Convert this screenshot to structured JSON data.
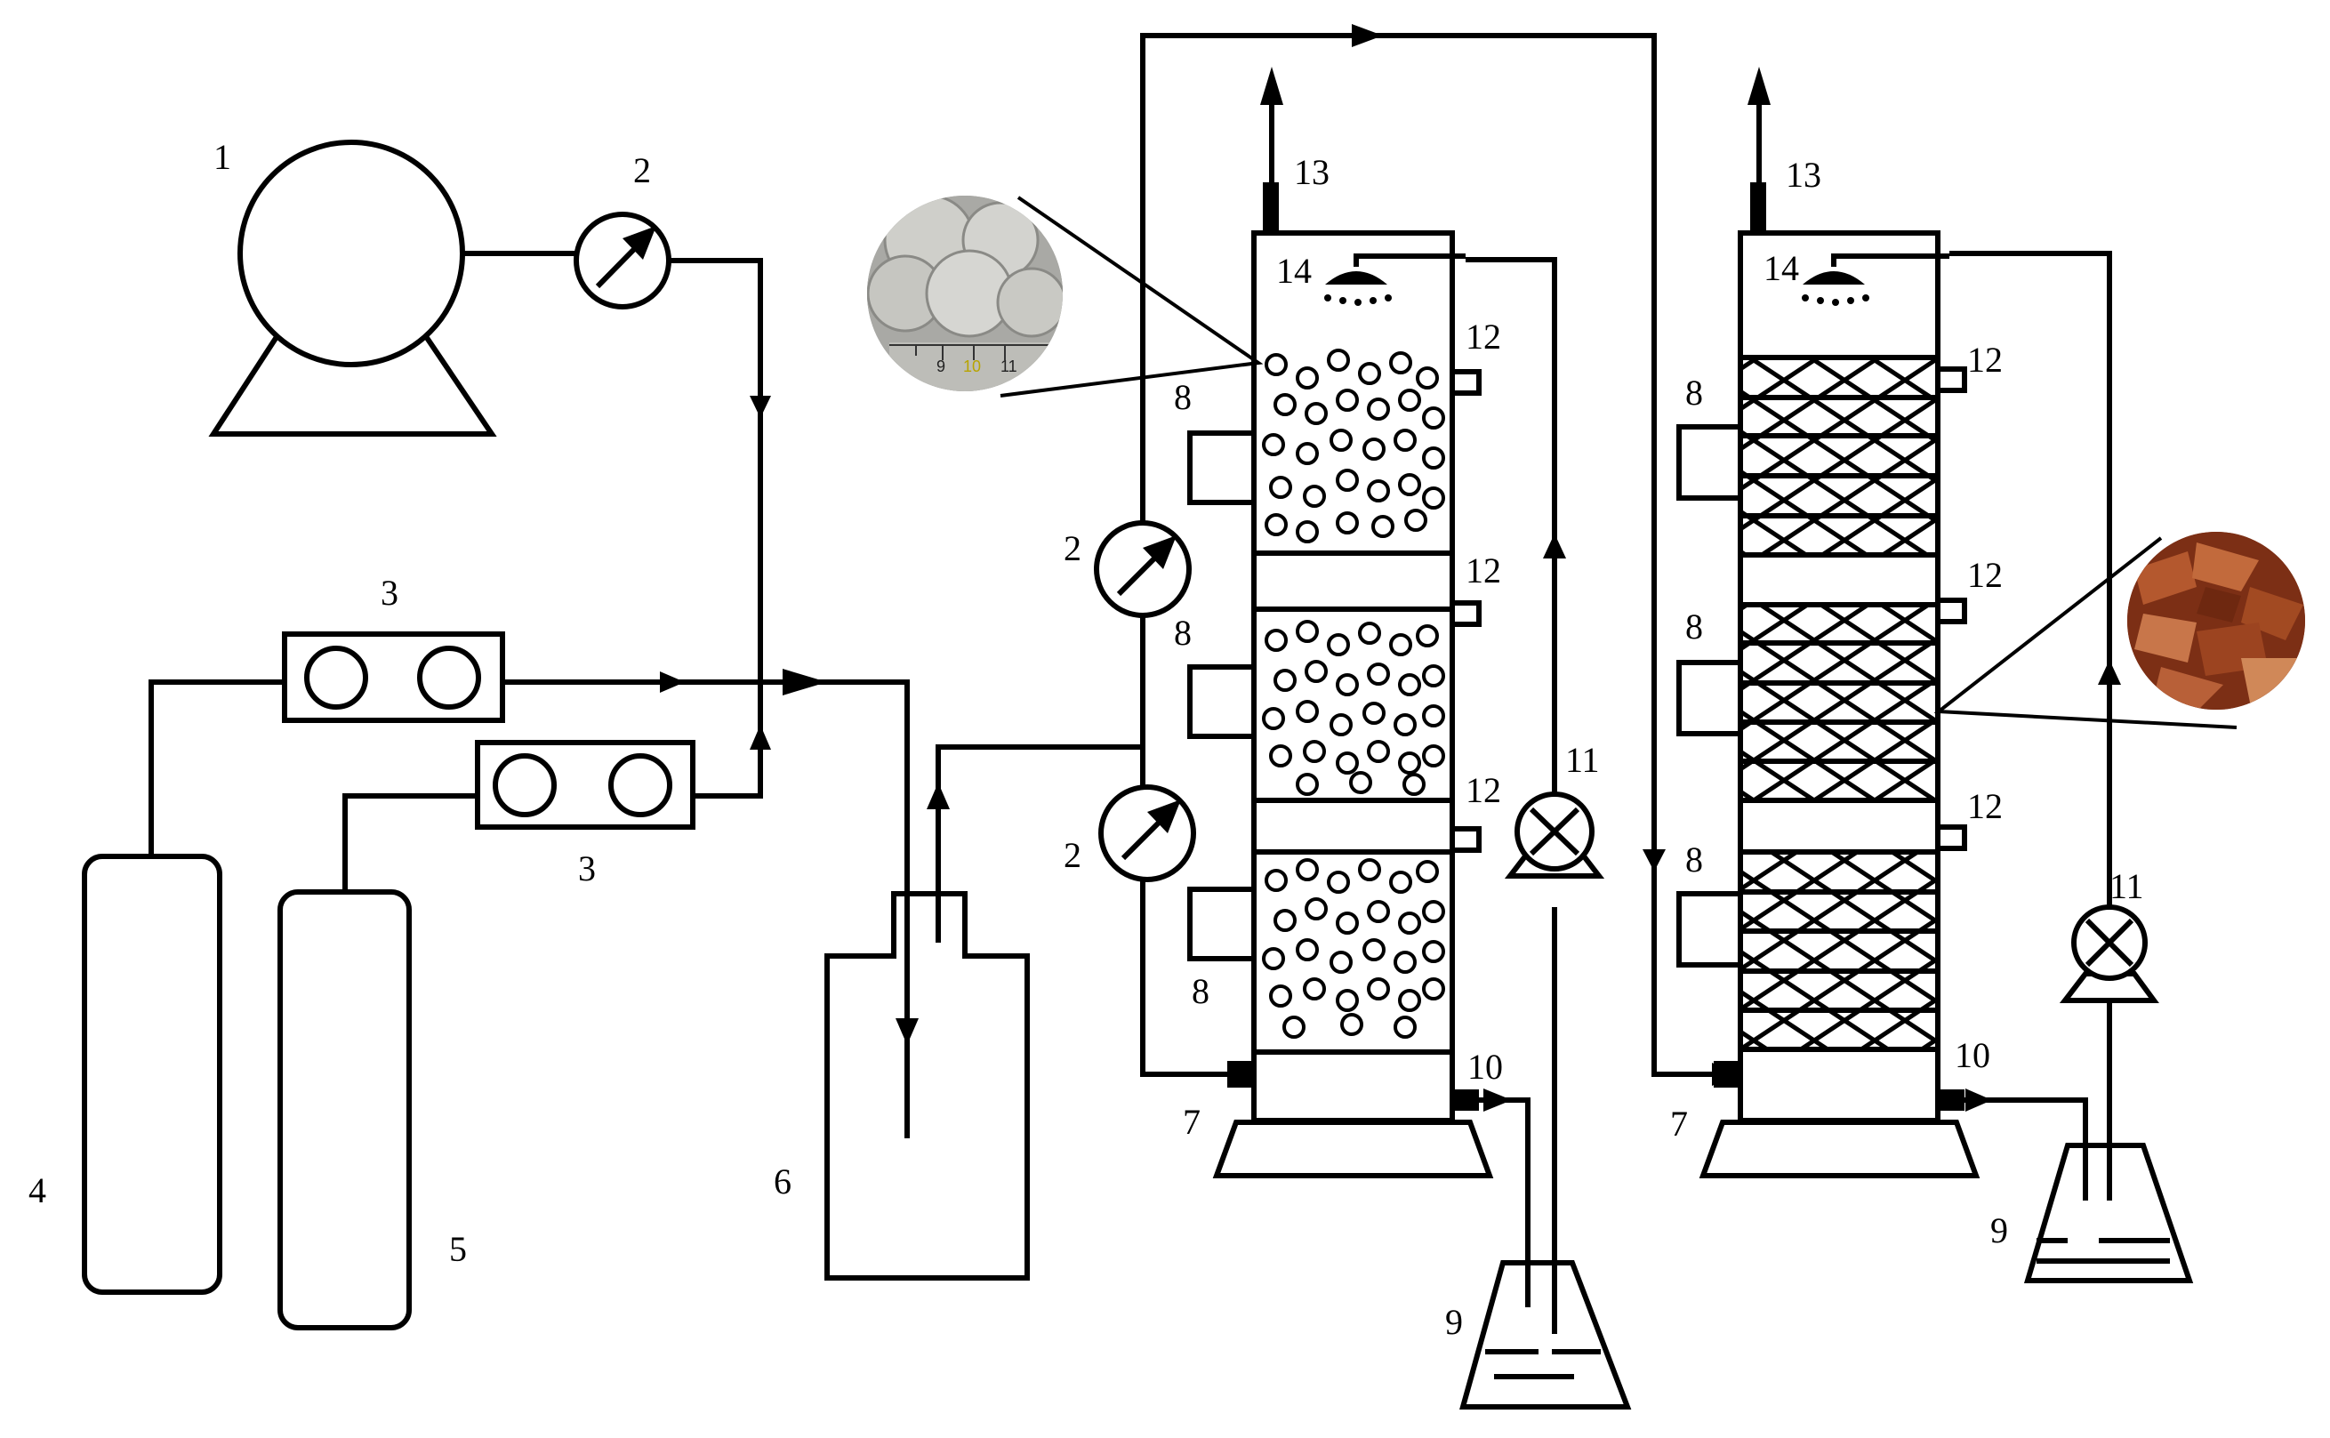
{
  "labels": {
    "air_compressor": "1",
    "flowmeter": "2",
    "mass_flow_controller": "3",
    "cylinder_a": "4",
    "cylinder_b": "5",
    "mixing_bottle": "6",
    "inlet": "7",
    "sampling_port": "8",
    "leachate_flask": "9",
    "outlet": "10",
    "pump": "11",
    "probe": "12",
    "exhaust": "13",
    "sprinkler": "14"
  },
  "inset_photo": {
    "ruler_ticks": [
      "9",
      "10",
      "11"
    ],
    "colors": {
      "ceramsite": "#c9c9c4",
      "bark": "#a04a2a",
      "ruler_highlight": "#c8b400"
    }
  },
  "icons": {
    "air_compressor": "compressor-icon",
    "flowmeter": "gauge-icon",
    "pump": "pump-icon",
    "sprinkler": "sprinkler-icon"
  }
}
